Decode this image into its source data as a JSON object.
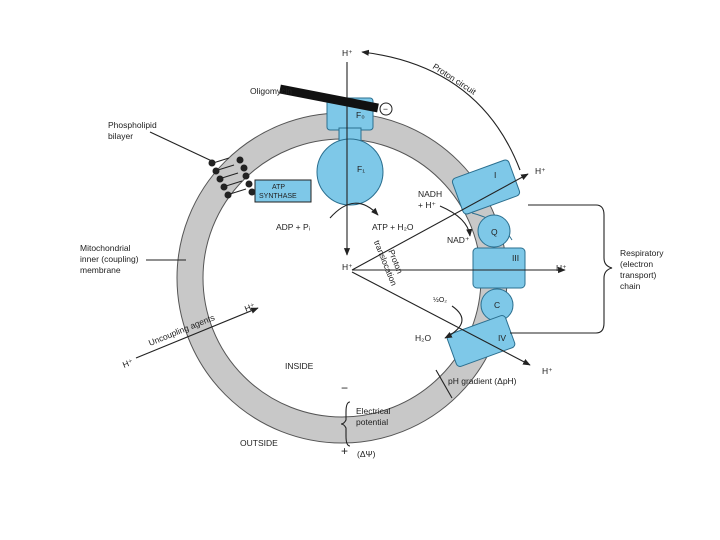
{
  "colors": {
    "membrane": "#c8c8c8",
    "protein": "#7ec8e8",
    "protein_stroke": "#2b6f8f",
    "line": "#222222",
    "background": "#ffffff"
  },
  "labels": {
    "h_plus": "H⁺",
    "proton_circuit": "Proton circuit",
    "oligomycin": "Oligomycin",
    "f0": "F₀",
    "f1": "F₁",
    "phospholipid": [
      "Phospholipid",
      "bilayer"
    ],
    "atp_synthase": [
      "ATP",
      "SYNTHASE"
    ],
    "adp_pi": "ADP + Pᵢ",
    "atp_h2o": "ATP + H₂O",
    "nadh": [
      "NADH",
      "+ H⁺"
    ],
    "nad": "NAD⁺",
    "complex_i": "I",
    "complex_q": "Q",
    "complex_iii": "III",
    "complex_c": "C",
    "complex_iv": "IV",
    "proton_translocation": [
      "Proton",
      "translocation"
    ],
    "half_o2": "½O₂",
    "h2o": "H₂O",
    "respiratory_chain": [
      "Respiratory",
      "(electron",
      "transport)",
      "chain"
    ],
    "mito_membrane": [
      "Mitochondrial",
      "inner (coupling)",
      "membrane"
    ],
    "uncoupling_agents": "Uncoupling agents",
    "inside": "INSIDE",
    "outside": "OUTSIDE",
    "minus": "−",
    "plus": "+",
    "ph_gradient": "pH gradient (ΔpH)",
    "electrical_potential": [
      "Electrical",
      "potential"
    ],
    "delta_psi": "(ΔΨ)",
    "inhibit_sign": "−"
  }
}
